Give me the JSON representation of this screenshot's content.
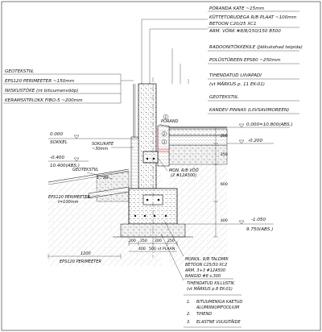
{
  "floor_layers": [
    {
      "text": "PÕRANDA KATE ~15mm"
    },
    {
      "text": "KÜTTETORUDEGA R/B PLAAT ~100mm"
    },
    {
      "text": "BETOON C20/25 XC1"
    },
    {
      "text": "ARM. VÕRK #8/8/150/150 B500"
    },
    {
      "text": "RADOONITÕKKEKILE (Jätkukohad teipida)"
    },
    {
      "text": "POLÜSTÜREEN EPS80 ~250mm"
    },
    {
      "text": "TIHENDATUD LIIVAPADI"
    },
    {
      "text": "(vt MÄRKUS p. 11 EK-01)"
    },
    {
      "text": "GEOTEKSTIIL"
    },
    {
      "text": "KANDEV PINNAS (LIIVSAVIMOREEN)"
    }
  ],
  "wall_layers": [
    {
      "text": "GEOTEKSTIIL"
    },
    {
      "text": "EPS120 PERIMEETER ~150mm"
    },
    {
      "text": "NIISKUSTÕKE (nt bituumenvööp)"
    },
    {
      "text": "KERAMSIITPLOKK FIBO-5 ~200mm"
    }
  ],
  "levels": {
    "outside_top": "0.000",
    "outside_label": "SOKKEL",
    "outside_step": "-0.400",
    "outside_abs": "10.400(ABS.)",
    "floor": "0.000=10.800(ABS.)",
    "floor_under": "-0.200",
    "footing": "-1.050",
    "footing_abs": "9.750(ABS.)"
  },
  "annotations": {
    "porand": "PÕRAND",
    "sokliplaat_1": "SOKLIKATE",
    "sokliplaat_2": "~30mm",
    "geotekstiil_left": "GEOTEKSTIIL",
    "slope": "1 : 20",
    "eps_perim_1": "EPS120 PERIMEETER",
    "eps_perim_2": "t=100mm",
    "vool_1": "MON. R/B VÖÖ",
    "vool_2": "(2 #12A500)",
    "bottom_eps": "EPS120 PERIMEETER",
    "dim_1200": "1200",
    "footing_1": "MONOL. R/B TALDMIK",
    "footing_2": "BETOON C25/30 XC2",
    "footing_3": "ARM. 3+3 #12A500",
    "footing_4": "RANGID #8 s.300",
    "sand_1": "TIHENDATUD KILLUSTIK",
    "sand_2": "(vt MÄRKUS p.8 EK-01)",
    "dims_bottom_1": "200",
    "dims_bottom_2": "250",
    "dims_bottom_3": "200",
    "dims_bottom_4": "250",
    "dims_bottom_5": "400",
    "dims_bottom_6": "500",
    "dims_bottom_7": "vt PLAAN",
    "vert_1": "200",
    "vert_2": "250",
    "vert_3": "600",
    "vert_4": "400"
  },
  "legend": [
    {
      "num": "1.",
      "text": "BITUUMENIGA KAETUD"
    },
    {
      "num": "",
      "text": "ALUMIINIUMFOOLIUM"
    },
    {
      "num": "2.",
      "text": "TIHEND"
    },
    {
      "num": "3.",
      "text": "ELASTNE VUUGITÄIDE"
    }
  ],
  "callouts": [
    "1",
    "2",
    "3"
  ]
}
